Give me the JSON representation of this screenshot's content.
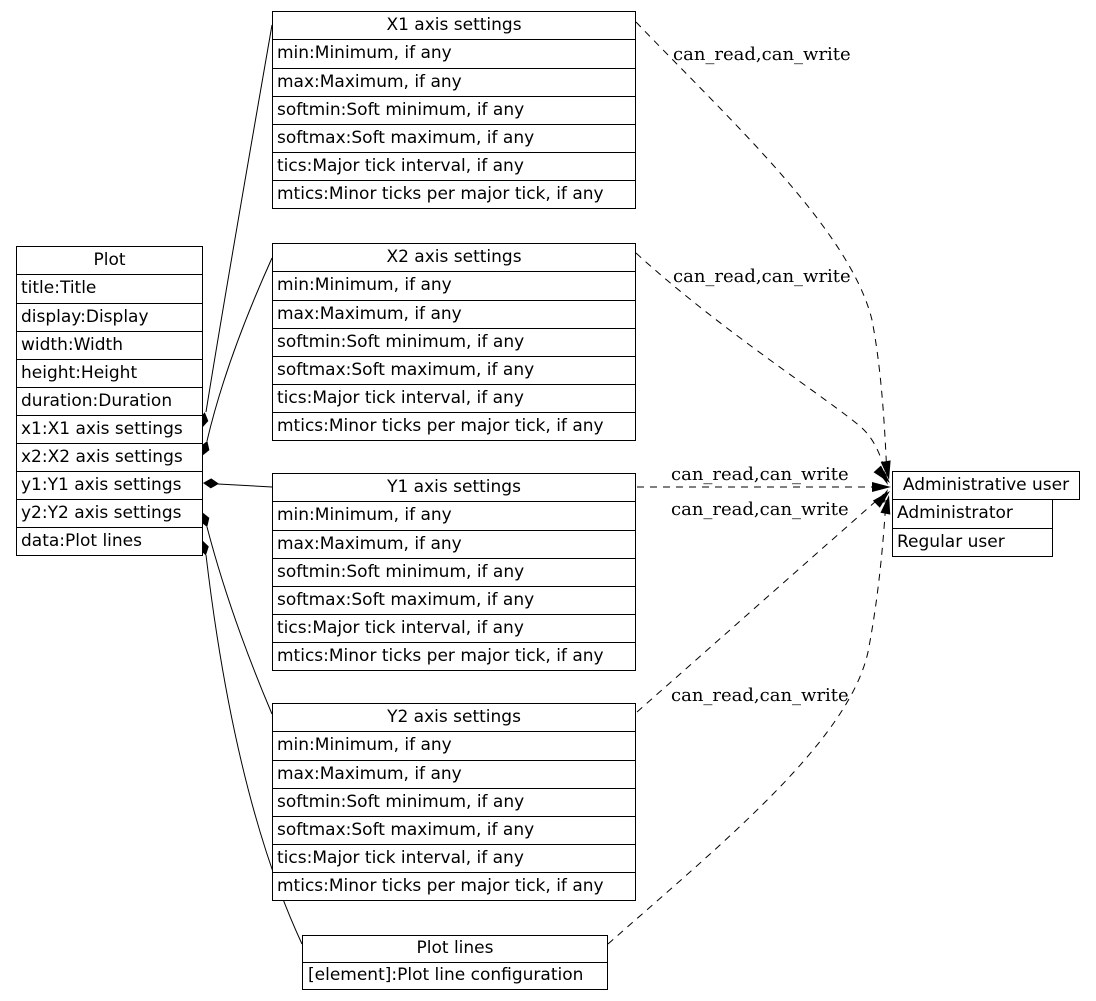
{
  "diagram": {
    "classes": {
      "plot": {
        "title": "Plot",
        "rows": [
          "title:Title",
          "display:Display",
          "width:Width",
          "height:Height",
          "duration:Duration",
          "x1:X1 axis settings",
          "x2:X2 axis settings",
          "y1:Y1 axis settings",
          "y2:Y2 axis settings",
          "data:Plot lines"
        ]
      },
      "x1_axis": {
        "title": "X1 axis settings",
        "rows": [
          "min:Minimum, if any",
          "max:Maximum, if any",
          "softmin:Soft minimum, if any",
          "softmax:Soft maximum, if any",
          "tics:Major tick interval, if any",
          "mtics:Minor ticks per major tick, if any"
        ]
      },
      "x2_axis": {
        "title": "X2 axis settings",
        "rows": [
          "min:Minimum, if any",
          "max:Maximum, if any",
          "softmin:Soft minimum, if any",
          "softmax:Soft maximum, if any",
          "tics:Major tick interval, if any",
          "mtics:Minor ticks per major tick, if any"
        ]
      },
      "y1_axis": {
        "title": "Y1 axis settings",
        "rows": [
          "min:Minimum, if any",
          "max:Maximum, if any",
          "softmin:Soft minimum, if any",
          "softmax:Soft maximum, if any",
          "tics:Major tick interval, if any",
          "mtics:Minor ticks per major tick, if any"
        ]
      },
      "y2_axis": {
        "title": "Y2 axis settings",
        "rows": [
          "min:Minimum, if any",
          "max:Maximum, if any",
          "softmin:Soft minimum, if any",
          "softmax:Soft maximum, if any",
          "tics:Major tick interval, if any",
          "mtics:Minor ticks per major tick, if any"
        ]
      },
      "plot_lines": {
        "title": "Plot lines",
        "rows": [
          "[element]:Plot line configuration"
        ]
      },
      "users": {
        "title": "Administrative user",
        "rows": [
          "Administrator",
          "Regular user"
        ]
      }
    },
    "edge_labels": [
      "can_read,can_write",
      "can_read,can_write",
      "can_read,can_write",
      "can_read,can_write",
      "can_read,can_write"
    ],
    "colors": {
      "stroke": "#000000",
      "background": "#ffffff"
    }
  }
}
